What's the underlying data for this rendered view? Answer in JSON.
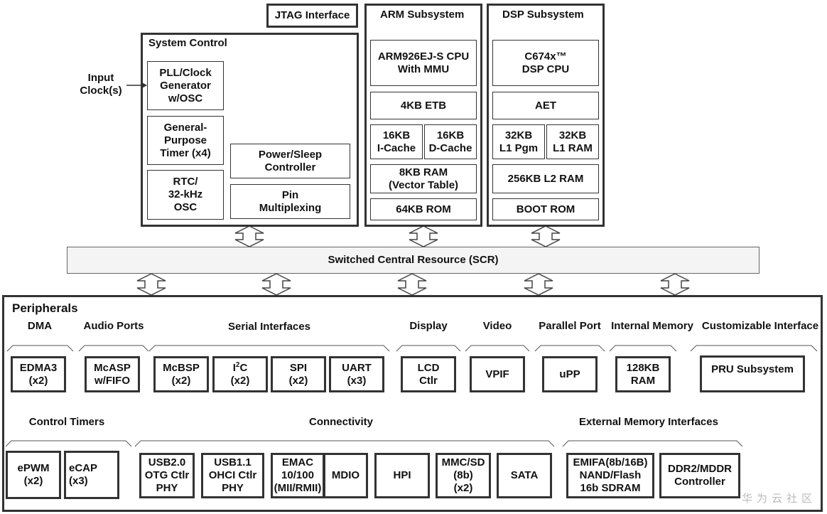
{
  "jtag": "JTAG Interface",
  "input_clock": "Input\nClock(s)",
  "system_control": {
    "title": "System Control",
    "pll": "PLL/Clock\nGenerator\nw/OSC",
    "timer": "General-\nPurpose\nTimer (x4)",
    "rtc": "RTC/\n32-kHz\nOSC",
    "power": "Power/Sleep\nController",
    "pinmux": "Pin\nMultiplexing"
  },
  "arm": {
    "title": "ARM Subsystem",
    "cpu": "ARM926EJ-S CPU\nWith MMU",
    "etb": "4KB ETB",
    "icache": "16KB\nI-Cache",
    "dcache": "16KB\nD-Cache",
    "ram": "8KB RAM\n(Vector Table)",
    "rom": "64KB ROM"
  },
  "dsp": {
    "title": "DSP Subsystem",
    "cpu": "C674x™\nDSP CPU",
    "aet": "AET",
    "l1pgm": "32KB\nL1 Pgm",
    "l1ram": "32KB\nL1 RAM",
    "l2": "256KB L2 RAM",
    "rom": "BOOT ROM"
  },
  "scr": "Switched Central Resource (SCR)",
  "peripherals": {
    "title": "Peripherals",
    "dma": {
      "label": "DMA",
      "edma": "EDMA3\n(x2)"
    },
    "audio": {
      "label": "Audio Ports",
      "mcasp": "McASP\nw/FIFO"
    },
    "serial": {
      "label": "Serial Interfaces",
      "mcbsp": "McBSP\n(x2)",
      "i2c_base": "I",
      "i2c_sup": "2",
      "i2c_rest": "C",
      "i2c_count": "(x2)",
      "spi": "SPI\n(x2)",
      "uart": "UART\n(x3)"
    },
    "display": {
      "label": "Display",
      "lcd": "LCD\nCtlr"
    },
    "video": {
      "label": "Video",
      "vpif": "VPIF"
    },
    "parallel": {
      "label": "Parallel Port",
      "upp": "uPP"
    },
    "internal_memory": {
      "label": "Internal Memory",
      "ram": "128KB\nRAM"
    },
    "custom": {
      "label": "Customizable Interface",
      "pru": "PRU Subsystem"
    },
    "timers": {
      "label": "Control Timers",
      "epwm": "ePWM\n(x2)",
      "ecap": "eCAP\n(x3)"
    },
    "connectivity": {
      "label": "Connectivity",
      "usb20": "USB2.0\nOTG Ctlr\nPHY",
      "usb11": "USB1.1\nOHCI Ctlr\nPHY",
      "emac": "EMAC\n10/100\n(MII/RMII)",
      "mdio": "MDIO",
      "hpi": "HPI",
      "mmc": "MMC/SD\n(8b)\n(x2)",
      "sata": "SATA"
    },
    "external_memory": {
      "label": "External Memory Interfaces",
      "emifa": "EMIFA(8b/16B)\nNAND/Flash\n16b SDRAM",
      "ddr": "DDR2/MDDR\nController"
    }
  },
  "watermark": "华为云社区"
}
